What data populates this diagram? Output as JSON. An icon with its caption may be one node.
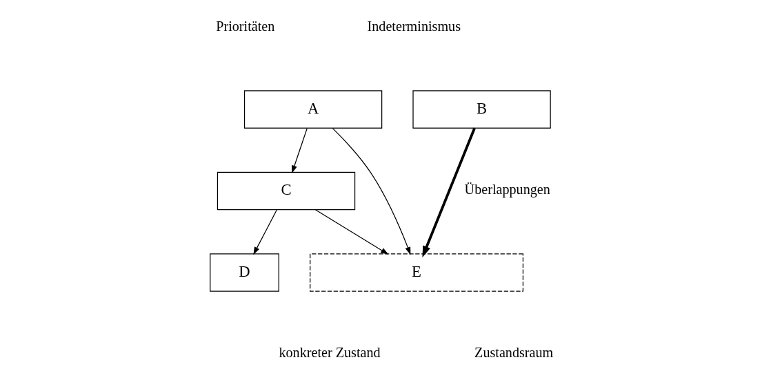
{
  "diagram": {
    "nodes": [
      {
        "text": [
          "A"
        ]
      },
      {
        "text": [
          "B"
        ]
      },
      {
        "text": [
          "C"
        ]
      },
      {
        "text": [
          "D"
        ]
      },
      {
        "text": [
          "E"
        ]
      }
    ],
    "edges": [
      {
        "from": 0,
        "to": 2,
        "arrow": "to"
      },
      {
        "from": 0,
        "to": 4,
        "arrow": "to"
      },
      {
        "from": 1,
        "to": 4,
        "arrow": "to",
        "label": "Überlappungen",
        "style": "thick"
      },
      {
        "from": 2,
        "to": 3,
        "arrow": "to"
      },
      {
        "from": 2,
        "to": 4,
        "arrow": "to"
      }
    ],
    "labels": [
      "Prioritäten",
      "Indeterminismus",
      "Zustandsraum",
      "konkreter Zustand"
    ]
  }
}
